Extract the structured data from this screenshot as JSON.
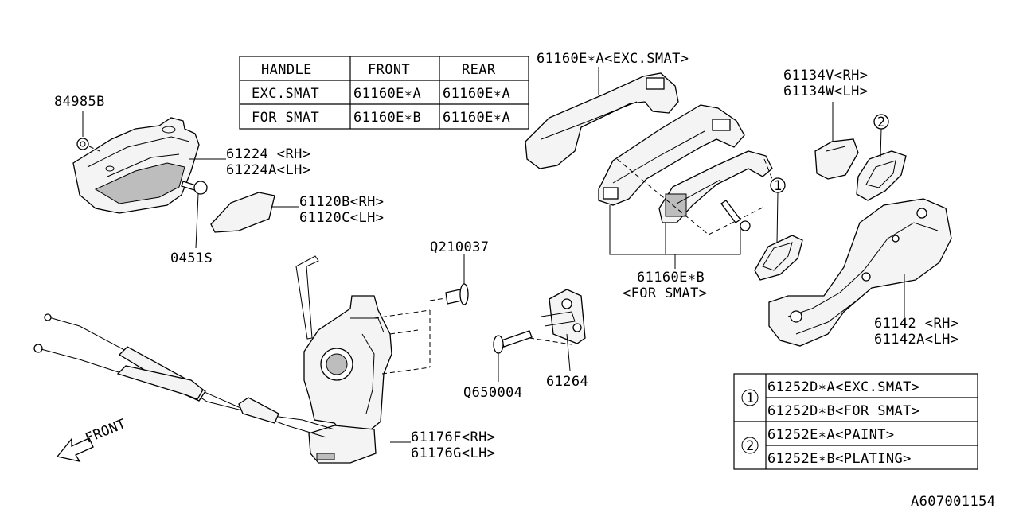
{
  "handle_table": {
    "header": [
      "HANDLE",
      "FRONT",
      "REAR"
    ],
    "rows": [
      [
        "EXC.SMAT",
        "61160E∗A",
        "61160E∗A"
      ],
      [
        "FOR SMAT",
        "61160E∗B",
        "61160E∗A"
      ]
    ]
  },
  "labels": {
    "p84985b": "84985B",
    "p61224_rh": "61224  <RH>",
    "p61224a_lh": "61224A<LH>",
    "p61120b_rh": "61120B<RH>",
    "p61120c_lh": "61120C<LH>",
    "p0451s": "0451S",
    "q210037": "Q210037",
    "p61160ea_exc": "61160E∗A<EXC.SMAT>",
    "p61160eb": "61160E∗B",
    "for_smat": "<FOR SMAT>",
    "p61134v_rh": "61134V<RH>",
    "p61134w_lh": "61134W<LH>",
    "p61142_rh": "61142  <RH>",
    "p61142a_lh": "61142A<LH>",
    "q650004": "Q650004",
    "p61264": "61264",
    "p61176f_rh": "61176F<RH>",
    "p61176g_lh": "61176G<LH>",
    "front": "FRONT",
    "diagram_id": "A607001154",
    "callout_1": "1",
    "callout_2": "2"
  },
  "legend": {
    "rows": [
      {
        "key": "1",
        "items": [
          "61252D∗A<EXC.SMAT>",
          "61252D∗B<FOR SMAT>"
        ]
      },
      {
        "key": "2",
        "items": [
          "61252E∗A<PAINT>",
          "61252E∗B<PLATING>"
        ]
      }
    ]
  }
}
